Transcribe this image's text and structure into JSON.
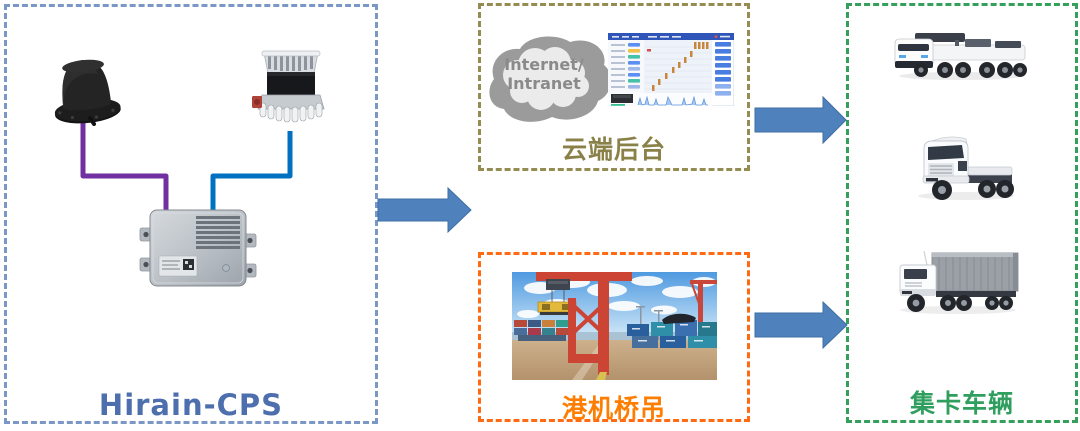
{
  "diagram": {
    "hirain": {
      "label": "Hirain-CPS"
    },
    "cloud": {
      "label": "云端后台",
      "cloud_line1": "Internet/",
      "cloud_line2": "Intranet"
    },
    "port": {
      "label": "港机桥吊"
    },
    "trucks": {
      "label": "集卡车辆"
    }
  },
  "icons": {
    "left_box": [
      "gnss-antenna",
      "lidar-sensor",
      "ecu-controller"
    ],
    "cloud_box": [
      "internet-cloud",
      "dashboard-screenshot"
    ],
    "port_box": [
      "port-crane-photo"
    ],
    "trucks_box": [
      "agv-truck",
      "tractor-truck",
      "container-truck"
    ],
    "connectors": [
      "flow-arrow-main",
      "flow-arrow-cloud-to-trucks",
      "flow-arrow-port-to-trucks",
      "antenna-cable",
      "lidar-cable"
    ]
  },
  "colors": {
    "hirain_border": "#7b97c5",
    "hirain_label": "#4d6fae",
    "cloud_border": "#948c52",
    "cloud_label": "#8a8149",
    "cloud_outer": "#9b9b9b",
    "cloud_inner": "#ebebeb",
    "cloud_text": "#8a8a8a",
    "port_border": "#ff6a13",
    "port_label": "#ff7d00",
    "trucks_border": "#35a05c",
    "trucks_label": "#2f9e5e",
    "arrow_fill": "#4f81bd",
    "arrow_edge": "#3d6ea5",
    "cable_purple": "#7030a0",
    "cable_blue": "#0070c0"
  }
}
